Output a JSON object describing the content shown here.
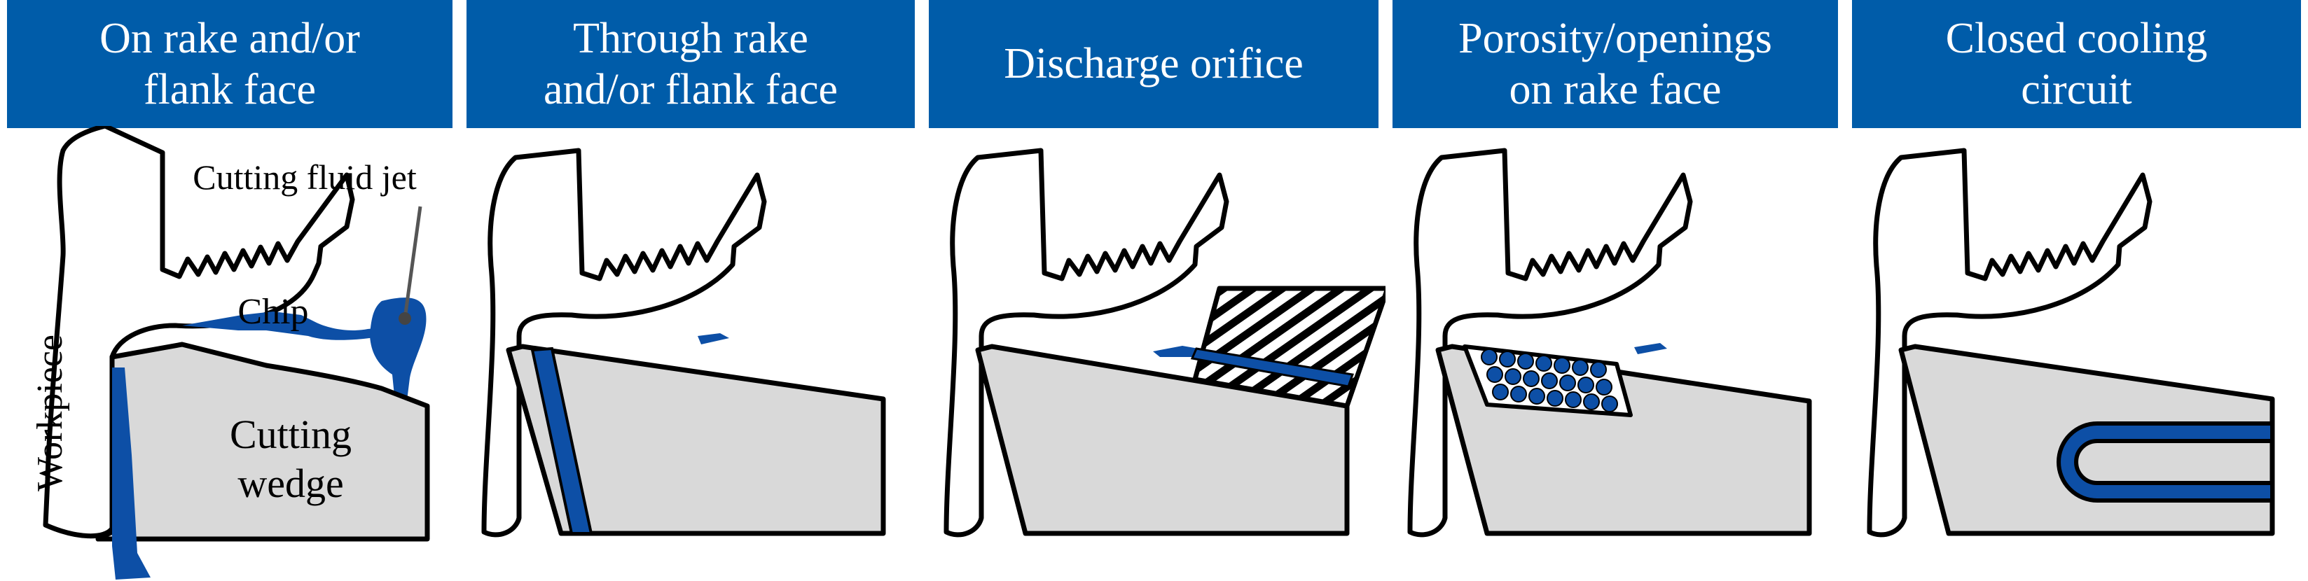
{
  "colors": {
    "header": "#005ca9",
    "coolant": "#0d4fa6",
    "tool": "#d9d9d9",
    "outline": "#000000",
    "background": "#ffffff"
  },
  "panels": [
    {
      "id": "rake-flank",
      "title": "On rake and/or\nflank face",
      "labels": {
        "jet": "Cutting fluid jet",
        "chip": "Chip",
        "workpiece": "Workpiece",
        "wedge_1": "Cutting",
        "wedge_2": "wedge"
      }
    },
    {
      "id": "through",
      "title": "Through rake\nand/or flank face"
    },
    {
      "id": "orifice",
      "title": "Discharge orifice"
    },
    {
      "id": "porosity",
      "title": "Porosity/openings\non rake face"
    },
    {
      "id": "closed",
      "title": "Closed cooling\ncircuit"
    }
  ]
}
